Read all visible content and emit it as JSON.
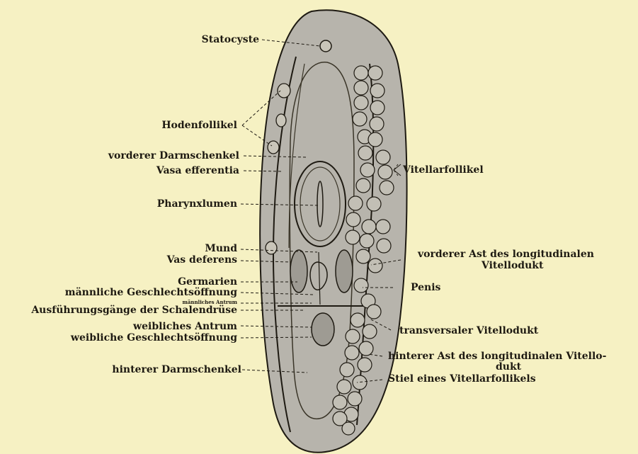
{
  "colors": {
    "background": "#f6f1c3",
    "body_fill": "#b7b4ac",
    "ink": "#1e1a12"
  },
  "labels": {
    "statocyste": "Statocyste",
    "hodenfollikel": "Hodenfollikel",
    "vorderer_darmschenkel": "vorderer Darmschenkel",
    "vasa_efferentia": "Vasa efferentia",
    "vitellarfollikel": "Vitellarfollikel",
    "pharynxlumen": "Pharynxlumen",
    "mund": "Mund",
    "vas_deferens": "Vas deferens",
    "vorderer_ast_1": "vorderer Ast des longitudinalen",
    "vorderer_ast_2": "Vitellodukt",
    "germarien": "Germarien",
    "maennliche_geschlechtsoeffnung": "männliche Geschlechtsöffnung",
    "penis": "Penis",
    "maennliches_antrum": "männliches Antrum",
    "ausfuehrungsgaenge": "Ausführungsgänge der Schalendrüse",
    "weibliches_antrum": "weibliches Antrum",
    "transversaler_vitellodukt": "transversaler Vitellodukt",
    "weibliche_geschlechtsoeffnung": "weibliche Geschlechtsöffnung",
    "hinterer_ast_1": "hinterer Ast des longitudinalen Vitello-",
    "hinterer_ast_2": "dukt",
    "hinterer_darmschenkel": "hinterer Darmschenkel",
    "stiel": "Stiel eines Vitellarfollikels"
  }
}
